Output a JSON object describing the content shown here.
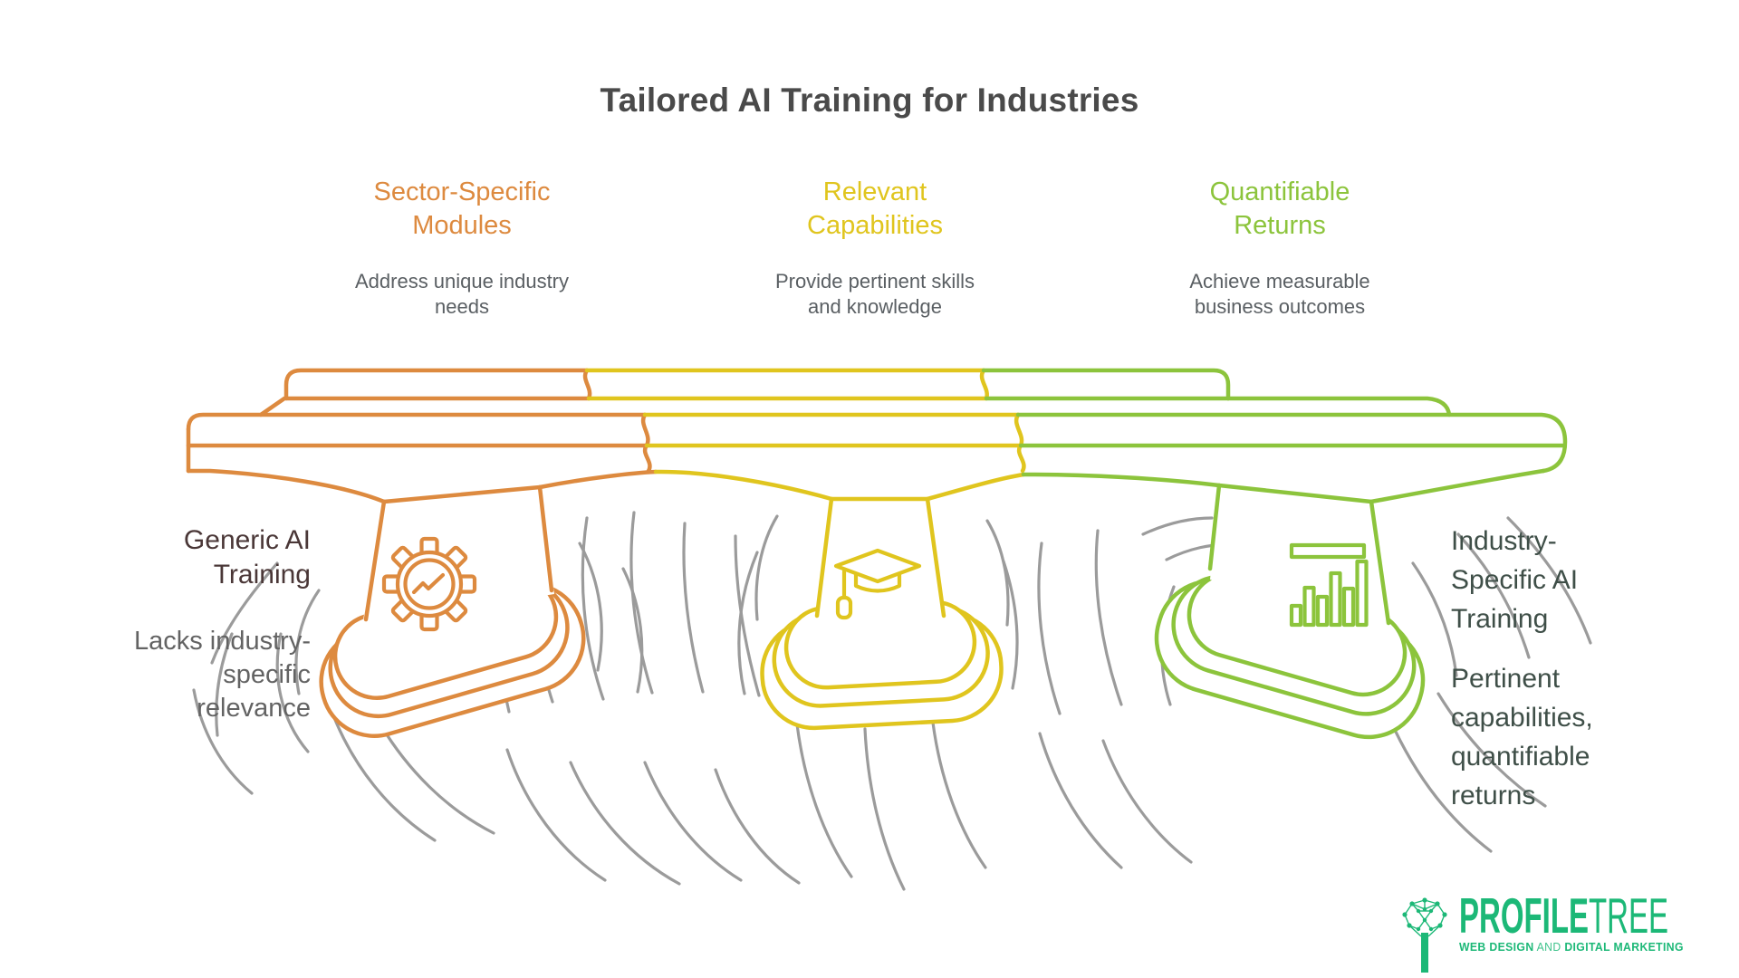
{
  "title": "Tailored AI Training for Industries",
  "columns": [
    {
      "id": "sector-specific-modules",
      "title": "Sector-Specific\nModules",
      "subtitle": "Address unique industry\nneeds",
      "accent": "#DD8A3F",
      "icon": "gear-trend-icon"
    },
    {
      "id": "relevant-capabilities",
      "title": "Relevant\nCapabilities",
      "subtitle": "Provide pertinent skills\nand knowledge",
      "accent": "#E0C51E",
      "icon": "graduation-cap-icon"
    },
    {
      "id": "quantifiable-returns",
      "title": "Quantifiable\nReturns",
      "subtitle": "Achieve measurable\nbusiness outcomes",
      "accent": "#8CC43C",
      "icon": "bar-chart-icon"
    }
  ],
  "left_labels": [
    {
      "text": "Generic AI\nTraining"
    },
    {
      "text": "Lacks industry-\nspecific\nrelevance"
    }
  ],
  "right_labels": [
    {
      "text": "Industry-\nSpecific AI\nTraining"
    },
    {
      "text": "Pertinent\ncapabilities,\nquantifiable\nreturns"
    }
  ],
  "logo": {
    "brand_bold": "PROFILE",
    "brand_light": "TREE",
    "tagline_bold_1": "WEB DESIGN",
    "tagline_light": "AND",
    "tagline_bold_2": "DIGITAL MARKETING"
  },
  "colors": {
    "orange": "#DD8A3F",
    "yellow": "#E0C51E",
    "green": "#8CC43C",
    "water": "#9B9B9B",
    "title_text": "#4A4A4A",
    "subtitle_text": "#5A5F63",
    "label_brown": "#4A3737",
    "label_gray": "#636363",
    "label_slate": "#3F4F48",
    "brand": "#1CB877"
  }
}
